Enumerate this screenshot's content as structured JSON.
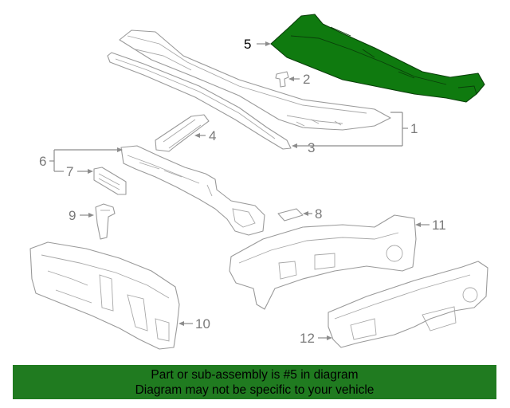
{
  "callouts": {
    "c1": "1",
    "c2": "2",
    "c3": "3",
    "c4": "4",
    "c5": "5",
    "c6": "6",
    "c7": "7",
    "c8": "8",
    "c9": "9",
    "c10": "10",
    "c11": "11",
    "c12": "12"
  },
  "highlighted_part": "5",
  "colors": {
    "highlight": "#0f7a0f",
    "banner": "#207b20",
    "line_art": "#9a9a9a"
  },
  "banner": {
    "line1": "Part or sub-assembly is #5 in diagram",
    "line2": "Diagram may not be specific to your vehicle"
  }
}
